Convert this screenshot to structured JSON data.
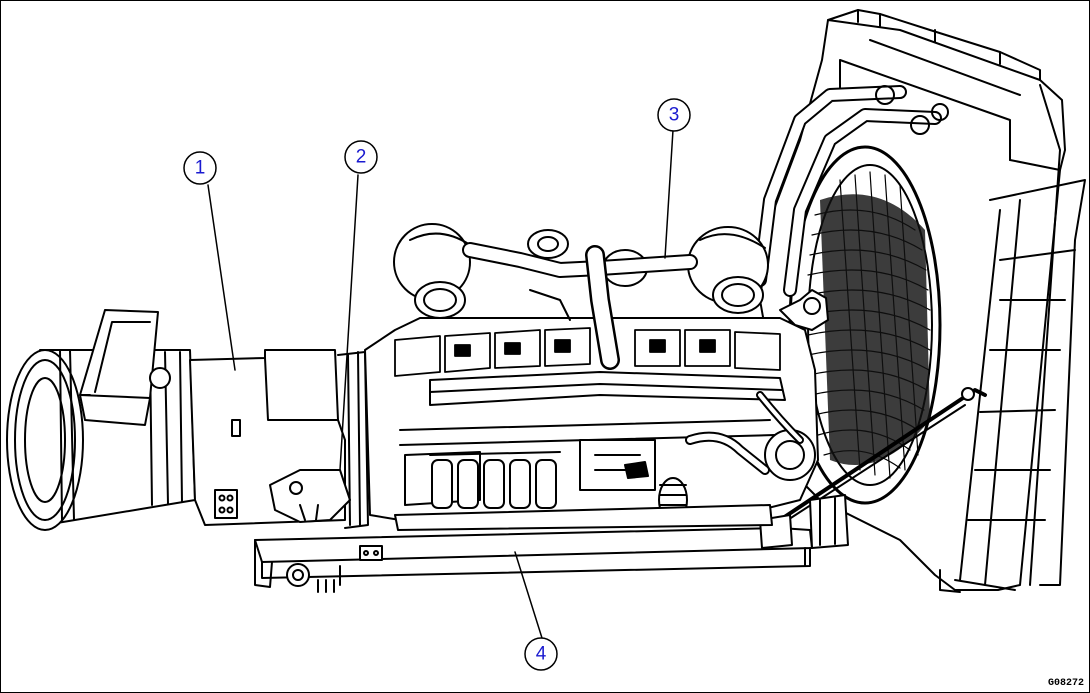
{
  "figure": {
    "callouts": [
      {
        "id": "1",
        "label": "1"
      },
      {
        "id": "2",
        "label": "2"
      },
      {
        "id": "3",
        "label": "3"
      },
      {
        "id": "4",
        "label": "4"
      }
    ],
    "figure_code": "G08272"
  },
  "colors": {
    "line": "#000000",
    "callout_text": "#1a1ad0",
    "background": "#ffffff"
  }
}
